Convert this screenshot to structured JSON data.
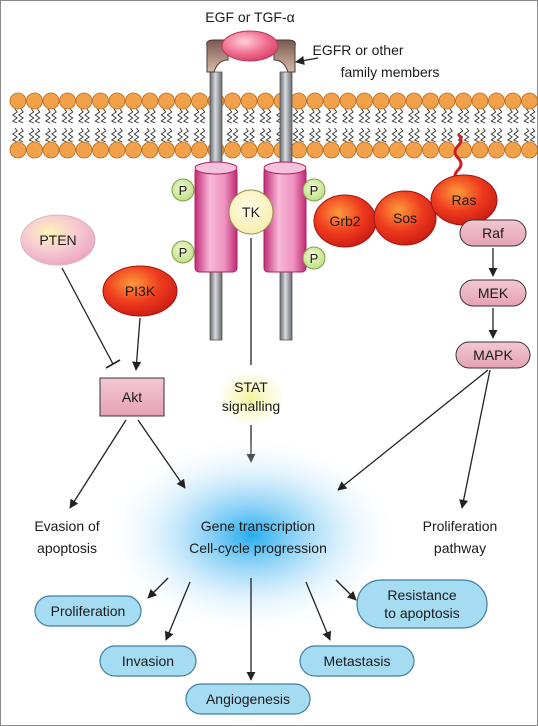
{
  "ligand": "EGF or TGF-α",
  "receptor_label": [
    "EGFR or other",
    "family members"
  ],
  "membrane_colors": {
    "head": "#f2a04a",
    "tail": "#333333"
  },
  "receptor": {
    "tk": "TK",
    "phospho": "P"
  },
  "ras_pathway": {
    "grb2": "Grb2",
    "sos": "Sos",
    "ras": "Ras",
    "raf": "Raf",
    "mek": "MEK",
    "mapk": "MAPK"
  },
  "pten": "PTEN",
  "pi3k": "PI3K",
  "akt": "Akt",
  "stat": [
    "STAT",
    "signalling"
  ],
  "evasion": [
    "Evasion of",
    "apoptosis"
  ],
  "gene": [
    "Gene transcription",
    "Cell-cycle progression"
  ],
  "proliferation_pathway": [
    "Proliferation",
    "pathway"
  ],
  "outcomes": {
    "proliferation": "Proliferation",
    "invasion": "Invasion",
    "angiogenesis": "Angiogenesis",
    "metastasis": "Metastasis",
    "resistance": [
      "Resistance",
      "to apoptosis"
    ]
  }
}
